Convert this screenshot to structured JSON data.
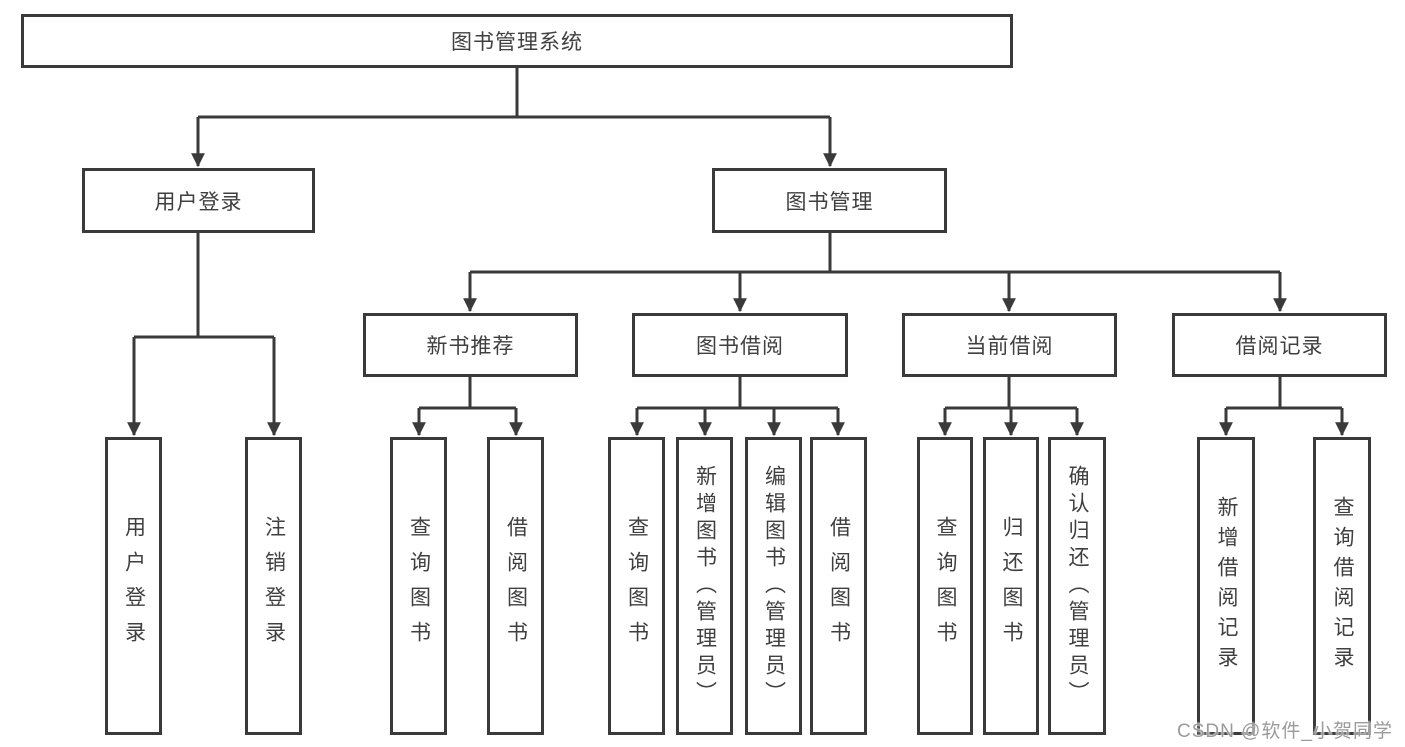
{
  "diagram": {
    "type": "hierarchy-structure-diagram",
    "line_color": "#3a3a3a",
    "text_color": "#3f3f3f",
    "box_background": "#ffffff",
    "root": {
      "label": "图书管理系统"
    },
    "branches": [
      {
        "label": "用户登录",
        "children": [
          "用户登录",
          "注销登录"
        ]
      },
      {
        "label": "图书管理",
        "sections": [
          {
            "label": "新书推荐",
            "children": [
              "查询图书",
              "借阅图书"
            ]
          },
          {
            "label": "图书借阅",
            "children": [
              "查询图书",
              "新增图书（管理员）",
              "编辑图书（管理员）",
              "借阅图书"
            ]
          },
          {
            "label": "当前借阅",
            "children": [
              "查询图书",
              "归还图书",
              "确认归还（管理员）"
            ]
          },
          {
            "label": "借阅记录",
            "children": [
              "新增借阅记录",
              "查询借阅记录"
            ]
          }
        ]
      }
    ]
  },
  "watermark": {
    "text": "CSDN @软件_小贺同学",
    "color": "#9b9b9b"
  }
}
